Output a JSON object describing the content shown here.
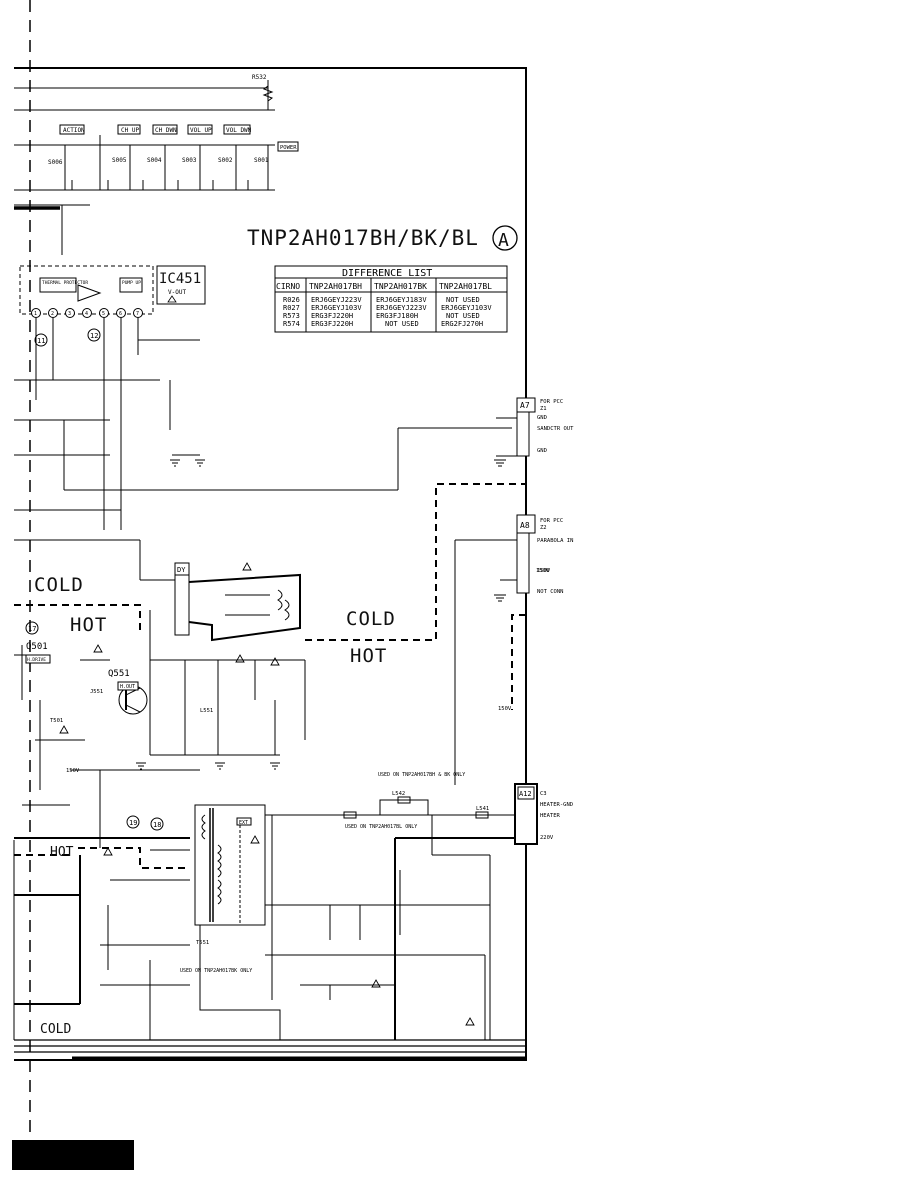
{
  "board": {
    "title": "TNP2AH017BH/BK/BL",
    "sheet_mark": "A"
  },
  "ic": {
    "name": "IC451",
    "sub": "V-OUT",
    "block_left": "THERMAL PROTECTOR",
    "block_right": "PUMP UP",
    "pins": [
      "1",
      "2",
      "3",
      "4",
      "5",
      "6",
      "7"
    ]
  },
  "difference_list": {
    "title": "DIFFERENCE LIST",
    "headers": [
      "CIRNO",
      "TNP2AH017BH",
      "TNP2AH017BK",
      "TNP2AH017BL"
    ],
    "rows": [
      [
        "R026",
        "ERJ6GEYJ223V",
        "ERJ6GEYJ183V",
        "NOT USED"
      ],
      [
        "R027",
        "ERJ6GEYJ103V",
        "ERJ6GEYJ223V",
        "ERJ6GEYJ103V"
      ],
      [
        "R573",
        "ERG3FJ220H",
        "ERG3FJ180H",
        "NOT USED"
      ],
      [
        "R574",
        "ERG3FJ220H",
        "NOT USED",
        "ERG2FJ270H"
      ]
    ]
  },
  "buttons": {
    "action": "ACTION",
    "ch_up": "CH UP",
    "ch_dwn": "CH DWN",
    "vol_up": "VOL UP",
    "vol_dwn": "VOL DWN",
    "power": "POWER"
  },
  "switches": [
    "S006",
    "S005",
    "S004",
    "S003",
    "S002",
    "S001"
  ],
  "connectors": {
    "a7": {
      "id": "A7",
      "title": "FOR PCC",
      "sub": "Z1",
      "pins": [
        "GND",
        "SANDCTR OUT",
        "GND"
      ]
    },
    "a8": {
      "id": "A8",
      "title": "FOR PCC",
      "sub": "Z2",
      "pins": [
        "PARABOLA IN",
        "150V",
        "NOT CONN"
      ]
    },
    "a12": {
      "id": "A12",
      "title": "C3",
      "pins": [
        "HEATER-GND",
        "HEATER",
        "220V"
      ]
    }
  },
  "areas": {
    "cold1": "COLD",
    "hot1": "HOT",
    "cold2": "COLD",
    "hot2": "HOT",
    "hot3": "HOT",
    "cold3": "COLD"
  },
  "parts": {
    "q501": "Q501",
    "q551": "Q551",
    "h_out": "H.OUT",
    "h_drive": "H.DRIVE",
    "dy": "DY",
    "t501": "T501",
    "t551": "T551",
    "l551": "L551",
    "j551": "J551",
    "l542": "L542",
    "l541": "L541",
    "r532": "R532",
    "ext": "EXT"
  },
  "notes": {
    "used_on_top": "USED ON TNP2AH017BH & BK ONLY",
    "used_on_bottom": "USED ON TNP2AH017BL ONLY",
    "used_on_lower": "USED ON TNP2AH017BK ONLY"
  },
  "voltages": {
    "v150": "150V",
    "v150b": "150V",
    "v150c": "150V"
  },
  "callouts": [
    "11",
    "12",
    "17",
    "18",
    "19"
  ]
}
